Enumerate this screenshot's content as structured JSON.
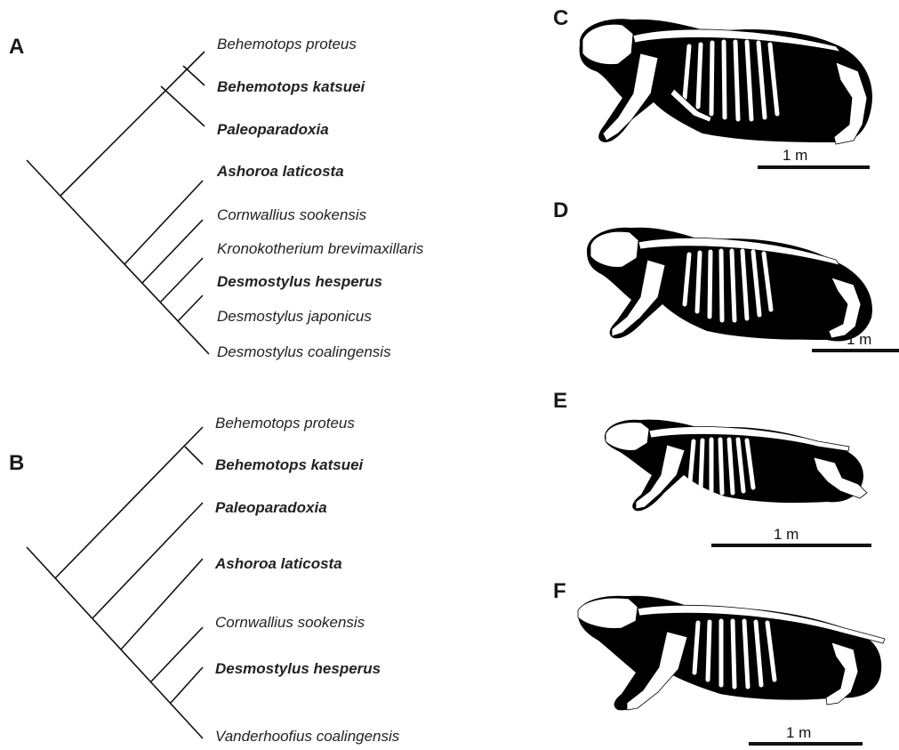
{
  "panels": {
    "A": "A",
    "B": "B",
    "C": "C",
    "D": "D",
    "E": "E",
    "F": "F"
  },
  "tree_a": {
    "taxa": [
      {
        "name": "Behemotops proteus",
        "bold": false
      },
      {
        "name": "Behemotops katsuei",
        "bold": true
      },
      {
        "name": "Paleoparadoxia",
        "bold": true
      },
      {
        "name": "Ashoroa laticosta",
        "bold": true
      },
      {
        "name": "Cornwallius sookensis",
        "bold": false
      },
      {
        "name": "Kronokotherium brevimaxillaris",
        "bold": false
      },
      {
        "name": "Desmostylus hesperus",
        "bold": true
      },
      {
        "name": "Desmostylus japonicus",
        "bold": false
      },
      {
        "name": "Desmostylus coalingensis",
        "bold": false
      }
    ]
  },
  "tree_b": {
    "taxa": [
      {
        "name": "Behemotops proteus",
        "bold": false
      },
      {
        "name": "Behemotops katsuei",
        "bold": true
      },
      {
        "name": "Paleoparadoxia",
        "bold": true
      },
      {
        "name": "Ashoroa laticosta",
        "bold": true
      },
      {
        "name": "Cornwallius sookensis",
        "bold": false
      },
      {
        "name": "Desmostylus hesperus",
        "bold": true
      },
      {
        "name": "Vanderhoofius coalingensis",
        "bold": false
      }
    ]
  },
  "skeletons": {
    "C": {
      "scale": "1 m"
    },
    "D": {
      "scale": "1 m"
    },
    "E": {
      "scale": "1 m"
    },
    "F": {
      "scale": "1 m"
    }
  }
}
